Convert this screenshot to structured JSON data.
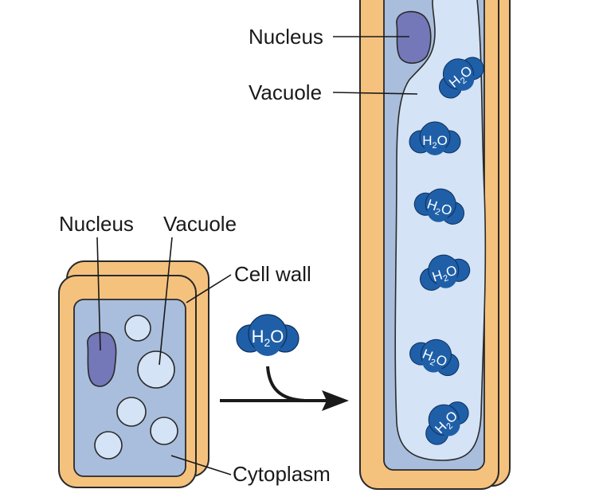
{
  "labels": {
    "nucleus_top": "Nucleus",
    "vacuole_top": "Vacuole",
    "nucleus_small": "Nucleus",
    "vacuole_small": "Vacuole",
    "cell_wall": "Cell wall",
    "cytoplasm": "Cytoplasm"
  },
  "molecule": {
    "main": "H",
    "subscript": "2",
    "suffix": "O"
  },
  "colors": {
    "wall_outer": "#f5c27e",
    "wall_stroke": "#2a2a2a",
    "cytoplasm": "#a9bedc",
    "vacuole": "#d4e3f5",
    "nucleus": "#7478b8",
    "molecule": "#1f5fa8"
  }
}
